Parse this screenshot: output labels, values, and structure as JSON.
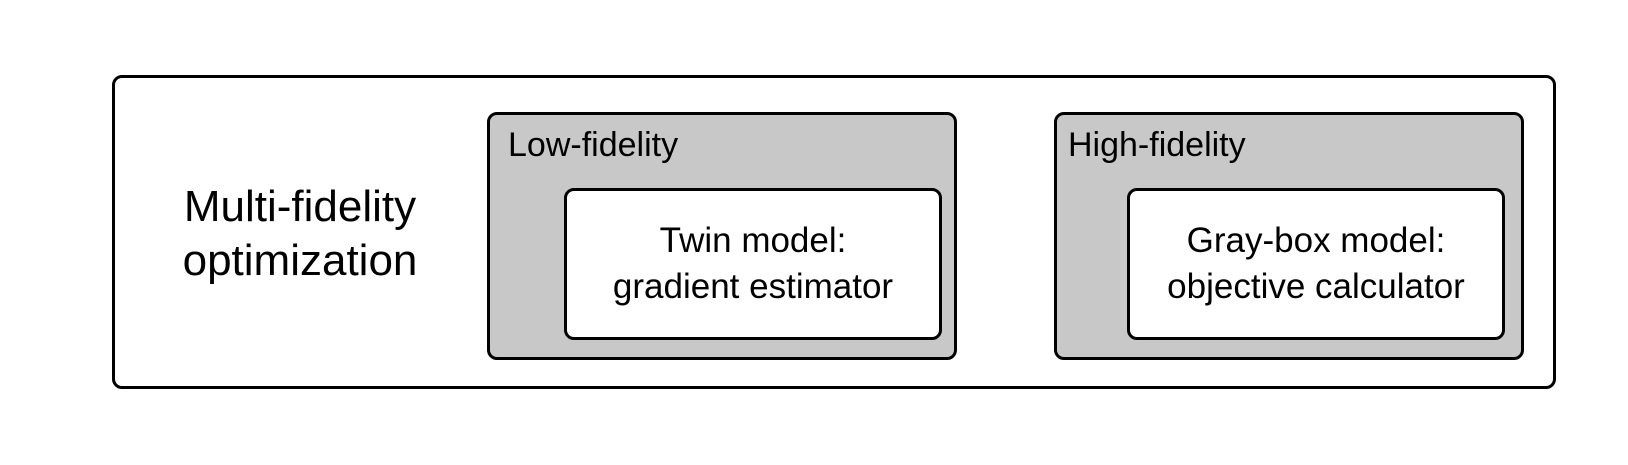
{
  "diagram": {
    "main_label": {
      "line1": "Multi-fidelity",
      "line2": "optimization"
    },
    "boxes": [
      {
        "title": "Low-fidelity",
        "model": {
          "line1": "Twin model:",
          "line2": "gradient estimator"
        }
      },
      {
        "title": "High-fidelity",
        "model": {
          "line1": "Gray-box model:",
          "line2": "objective calculator"
        }
      }
    ],
    "colors": {
      "outer_fill": "#ffffff",
      "fidelity_fill": "#c8c8c8",
      "model_fill": "#ffffff",
      "stroke": "#000000"
    }
  }
}
